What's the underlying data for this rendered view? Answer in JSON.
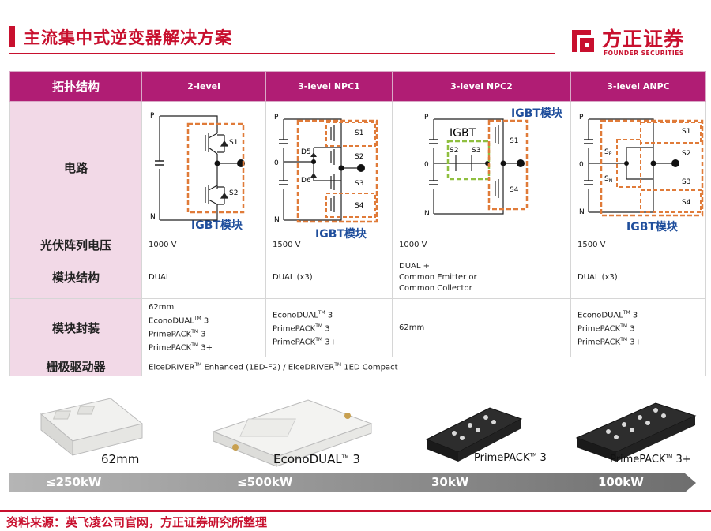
{
  "header": {
    "title": "主流集中式逆变器解决方案",
    "logo_cn": "方正证券",
    "logo_en": "FOUNDER SECURITIES"
  },
  "table": {
    "corner": "拓扑结构",
    "columns": [
      "2-level",
      "3-level NPC1",
      "3-level NPC2",
      "3-level ANPC"
    ],
    "rows": {
      "circuit": "电路",
      "pv_voltage": "光伏阵列电压",
      "module_structure": "模块结构",
      "module_package": "模块封装",
      "gate_driver": "栅极驱动器"
    },
    "pv_voltage": [
      "1000 V",
      "1500 V",
      "1000 V",
      "1500 V"
    ],
    "module_structure": [
      [
        "DUAL"
      ],
      [
        "DUAL (x3)"
      ],
      [
        "DUAL +",
        "Common Emitter or",
        "Common Collector"
      ],
      [
        "DUAL (x3)"
      ]
    ],
    "module_package": {
      "c1": [
        "62mm",
        "EconoDUAL",
        "3",
        "PrimePACK",
        "3",
        "PrimePACK",
        "3+"
      ],
      "c2": [
        "EconoDUAL",
        "3",
        "PrimePACK",
        "3",
        "PrimePACK",
        "3+"
      ],
      "c3": "62mm",
      "c4": [
        "EconoDUAL",
        "3",
        "PrimePACK",
        "3",
        "PrimePACK",
        "3+"
      ]
    },
    "tm": "TM",
    "gate_driver": {
      "part1": "EiceDRIVER",
      "part2": " Enhanced (1ED-F2) / EiceDRIVER",
      "part3": " 1ED Compact"
    }
  },
  "circuit_labels": {
    "p": "P",
    "n": "N",
    "zero": "0",
    "s1": "S1",
    "s2": "S2",
    "s3": "S3",
    "s4": "S4",
    "d5": "D5",
    "d6": "D6",
    "sp": "S",
    "sp_sub": "P",
    "sn": "S",
    "sn_sub": "N",
    "igbt": "IGBT",
    "igbt_module": "IGBT模块"
  },
  "products": [
    {
      "name": "62mm",
      "power": "≤250kW"
    },
    {
      "name": "EconoDUAL",
      "suffix": " 3",
      "power": "≤500kW"
    },
    {
      "name": "PrimePACK",
      "suffix": " 3",
      "power": "30kW"
    },
    {
      "name": "PrimePACK",
      "suffix": " 3+",
      "power": "100kW"
    }
  ],
  "footer": "资料来源：英飞凌公司官网，方正证券研究所整理",
  "colors": {
    "brand_red": "#c8102e",
    "header_magenta": "#b01d74",
    "row_pink": "#f2d9e7",
    "dash_orange": "#e07b39",
    "dash_green": "#8fbf3f",
    "label_blue": "#1f4e9c",
    "power_bar_grey": "#8c8c8c"
  }
}
